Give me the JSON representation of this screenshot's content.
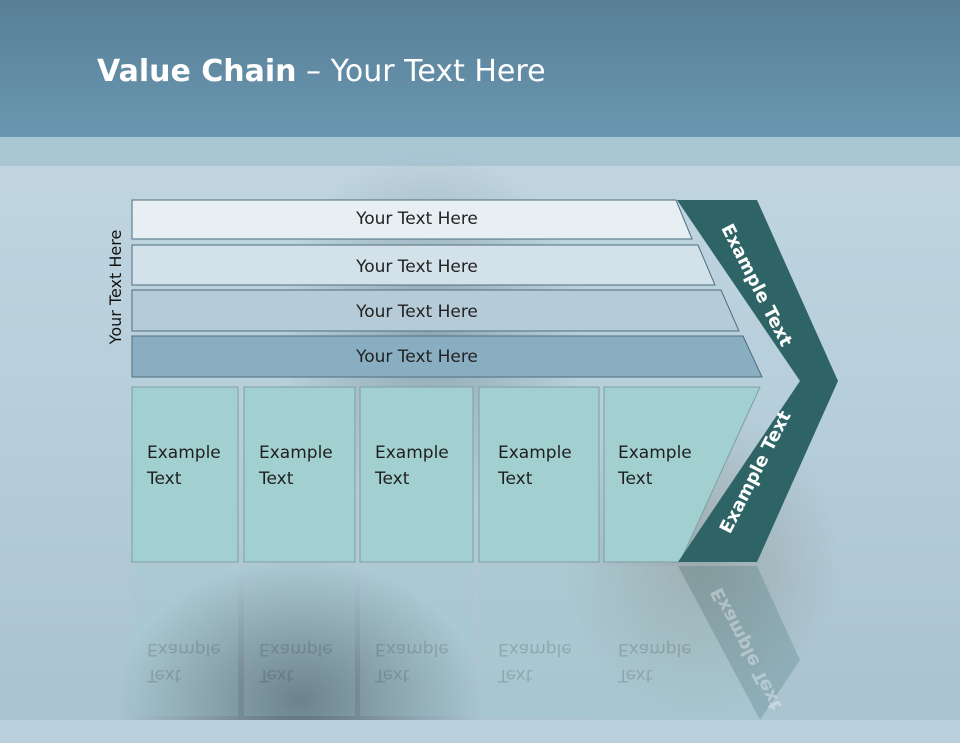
{
  "title": {
    "bold": "Value Chain",
    "rest": " – Your Text Here"
  },
  "side_label": "Your Text Here",
  "rows": [
    {
      "label": "Your Text Here",
      "color": "#e8eff3"
    },
    {
      "label": "Your Text Here",
      "color": "#d3e2ea"
    },
    {
      "label": "Your Text Here",
      "color": "#b5ccd8"
    },
    {
      "label": "Your Text Here",
      "color": "#8aaec1"
    }
  ],
  "cells": [
    {
      "line1": "Example",
      "line2": "Text"
    },
    {
      "line1": "Example",
      "line2": "Text"
    },
    {
      "line1": "Example",
      "line2": "Text"
    },
    {
      "line1": "Example",
      "line2": "Text"
    },
    {
      "line1": "Example",
      "line2": "Text"
    }
  ],
  "arrow_top_label": "Example Text",
  "arrow_bottom_label": "Example Text",
  "colors": {
    "header": "#6a97b1",
    "cell": "#a2cfd0",
    "arrow": "#2f6466"
  }
}
